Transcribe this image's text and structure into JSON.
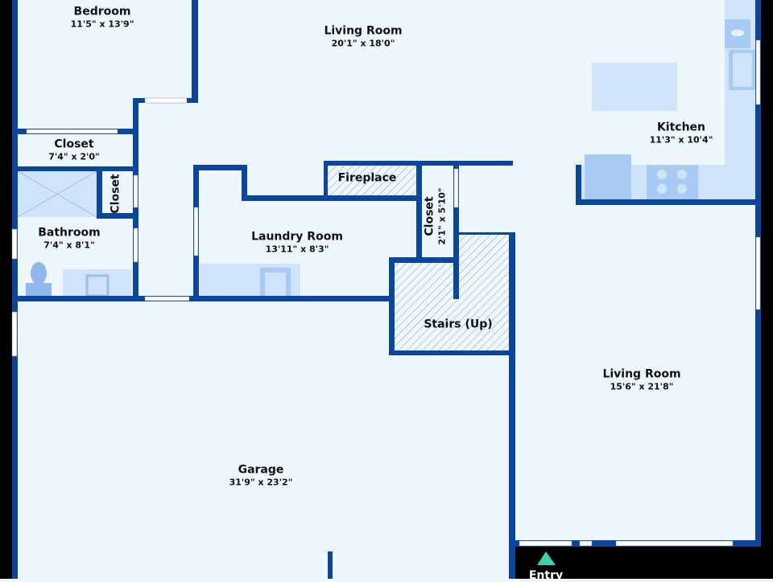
{
  "colors": {
    "wall": "#0b469e",
    "floor": "#eef6fe",
    "fixture": "#a7cbf3",
    "fixture_light": "#cfe3fa",
    "entry": "#3fd0b0",
    "outside": "#000000"
  },
  "rooms": [
    {
      "id": "bedroom",
      "name": "Bedroom",
      "dims": "11'5\" x 13'9\""
    },
    {
      "id": "living-room-top",
      "name": "Living Room",
      "dims": "20'1\" x 18'0\""
    },
    {
      "id": "kitchen",
      "name": "Kitchen",
      "dims": "11'3\" x 10'4\""
    },
    {
      "id": "closet-hall",
      "name": "Closet",
      "dims": "7'4\" x 2'0\""
    },
    {
      "id": "closet-bath",
      "name": "Closet",
      "dims": ""
    },
    {
      "id": "bathroom",
      "name": "Bathroom",
      "dims": "7'4\" x 8'1\""
    },
    {
      "id": "fireplace",
      "name": "Fireplace",
      "dims": ""
    },
    {
      "id": "closet-stairs",
      "name": "Closet",
      "dims": "2'1\" x 5'10\""
    },
    {
      "id": "laundry",
      "name": "Laundry Room",
      "dims": "13'11\" x 8'3\""
    },
    {
      "id": "stairs",
      "name": "Stairs (Up)",
      "dims": ""
    },
    {
      "id": "living-room-right",
      "name": "Living Room",
      "dims": "15'6\" x 21'8\""
    },
    {
      "id": "garage",
      "name": "Garage",
      "dims": "31'9\" x 23'2\""
    }
  ],
  "entry": {
    "label": "Entry",
    "icon": "triangle-up"
  }
}
